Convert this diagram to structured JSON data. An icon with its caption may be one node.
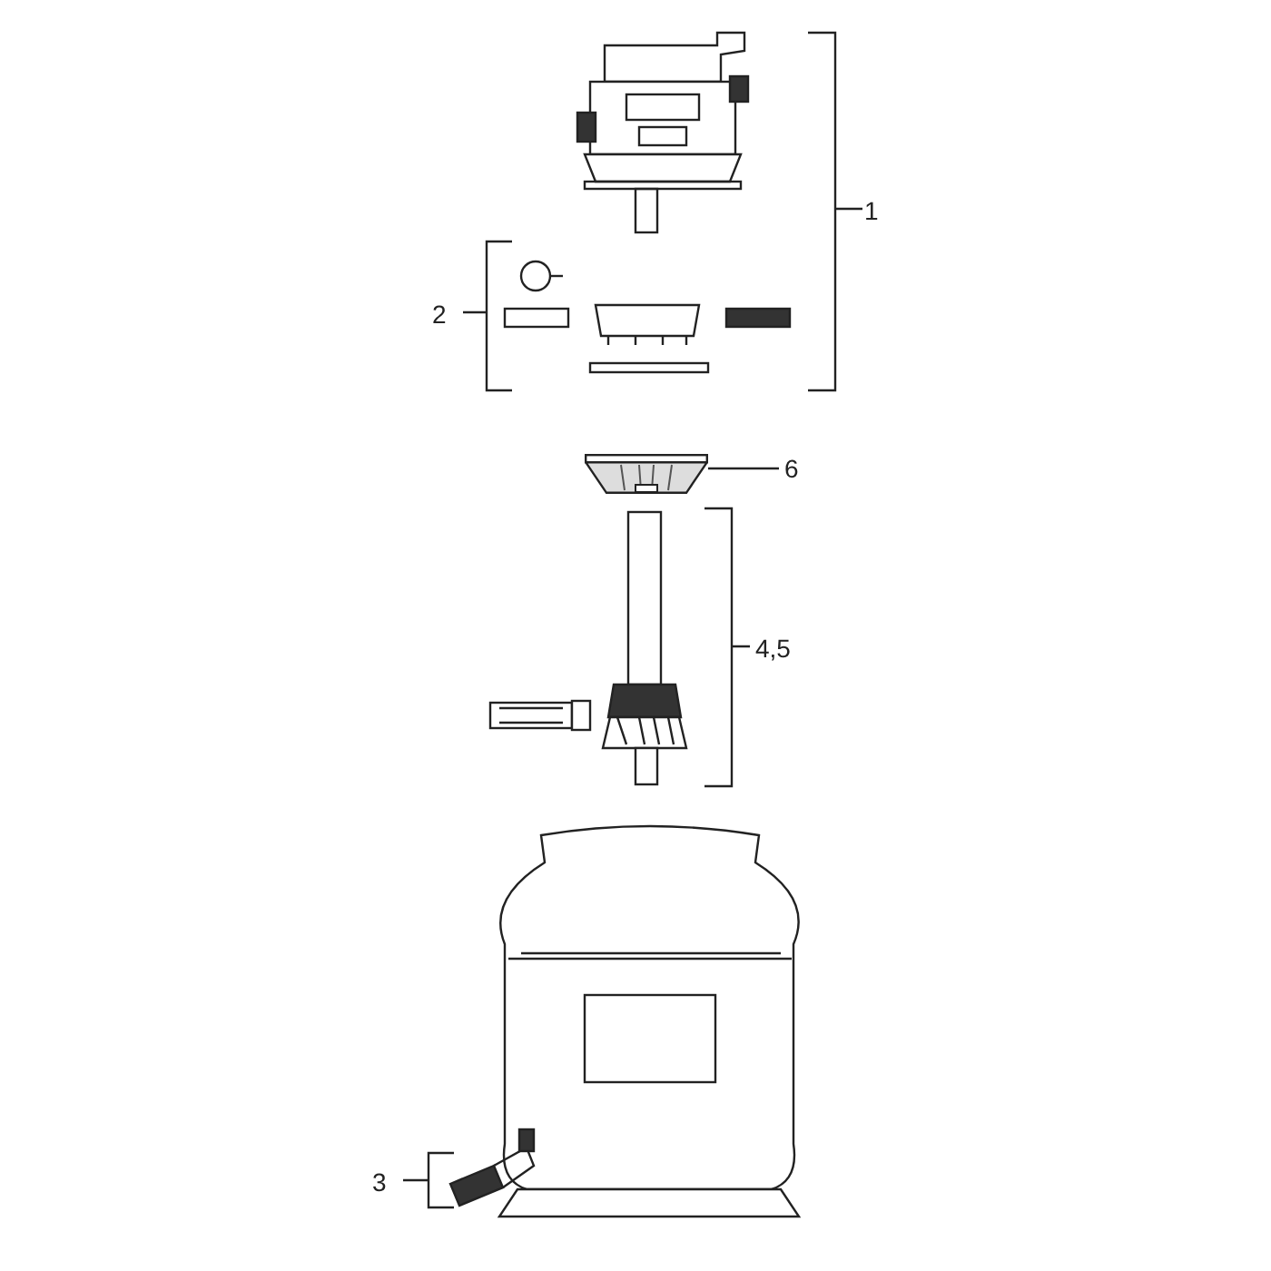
{
  "diagram": {
    "nodes": [
      {
        "text": [
          "6"
        ]
      },
      {
        "text": [],
        "shape": "picture"
      }
    ],
    "edges": [
      {
        "from": 0,
        "to": 1,
        "arrow": "none"
      }
    ],
    "labels": [
      "1",
      "2",
      "4,5",
      "3"
    ]
  }
}
